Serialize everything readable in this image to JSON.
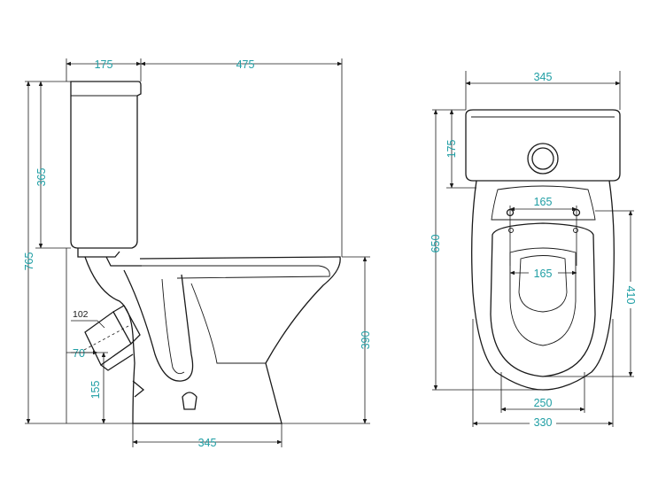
{
  "side_view": {
    "dims": {
      "tank_depth": "175",
      "total_depth": "475",
      "tank_height": "365",
      "total_height": "765",
      "bowl_height": "390",
      "outlet_diameter": "102",
      "outlet_offset": "70",
      "outlet_height": "155",
      "base_width": "345"
    }
  },
  "top_view": {
    "dims": {
      "total_width": "345",
      "tank_depth": "175",
      "total_length": "650",
      "seat_hole_spacing": "165",
      "seat_inner": "165",
      "seat_length": "410",
      "seat_width": "250",
      "bowl_width": "330"
    }
  }
}
